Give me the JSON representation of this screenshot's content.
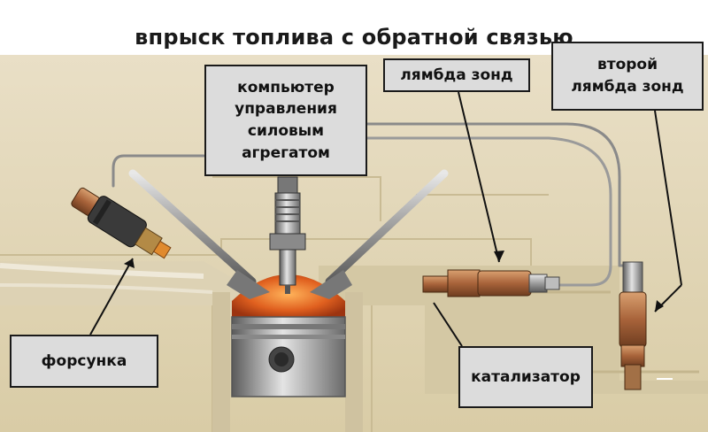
{
  "diagram": {
    "title": "впрыск топлива с обратной связью",
    "labels": {
      "ecu": [
        "компьютер",
        "управления",
        "силовым",
        "агрегатом"
      ],
      "lambda_sensor": "лямбда зонд",
      "second_lambda_sensor": [
        "второй",
        "лямбда зонд"
      ],
      "injector": "форсунка",
      "catalyst": "катализатор"
    },
    "colors": {
      "background": "#e7dcc0",
      "engine_block": "#d8cca8",
      "combustion": "#d96a2a",
      "label_box": "#dcdcdc"
    }
  }
}
